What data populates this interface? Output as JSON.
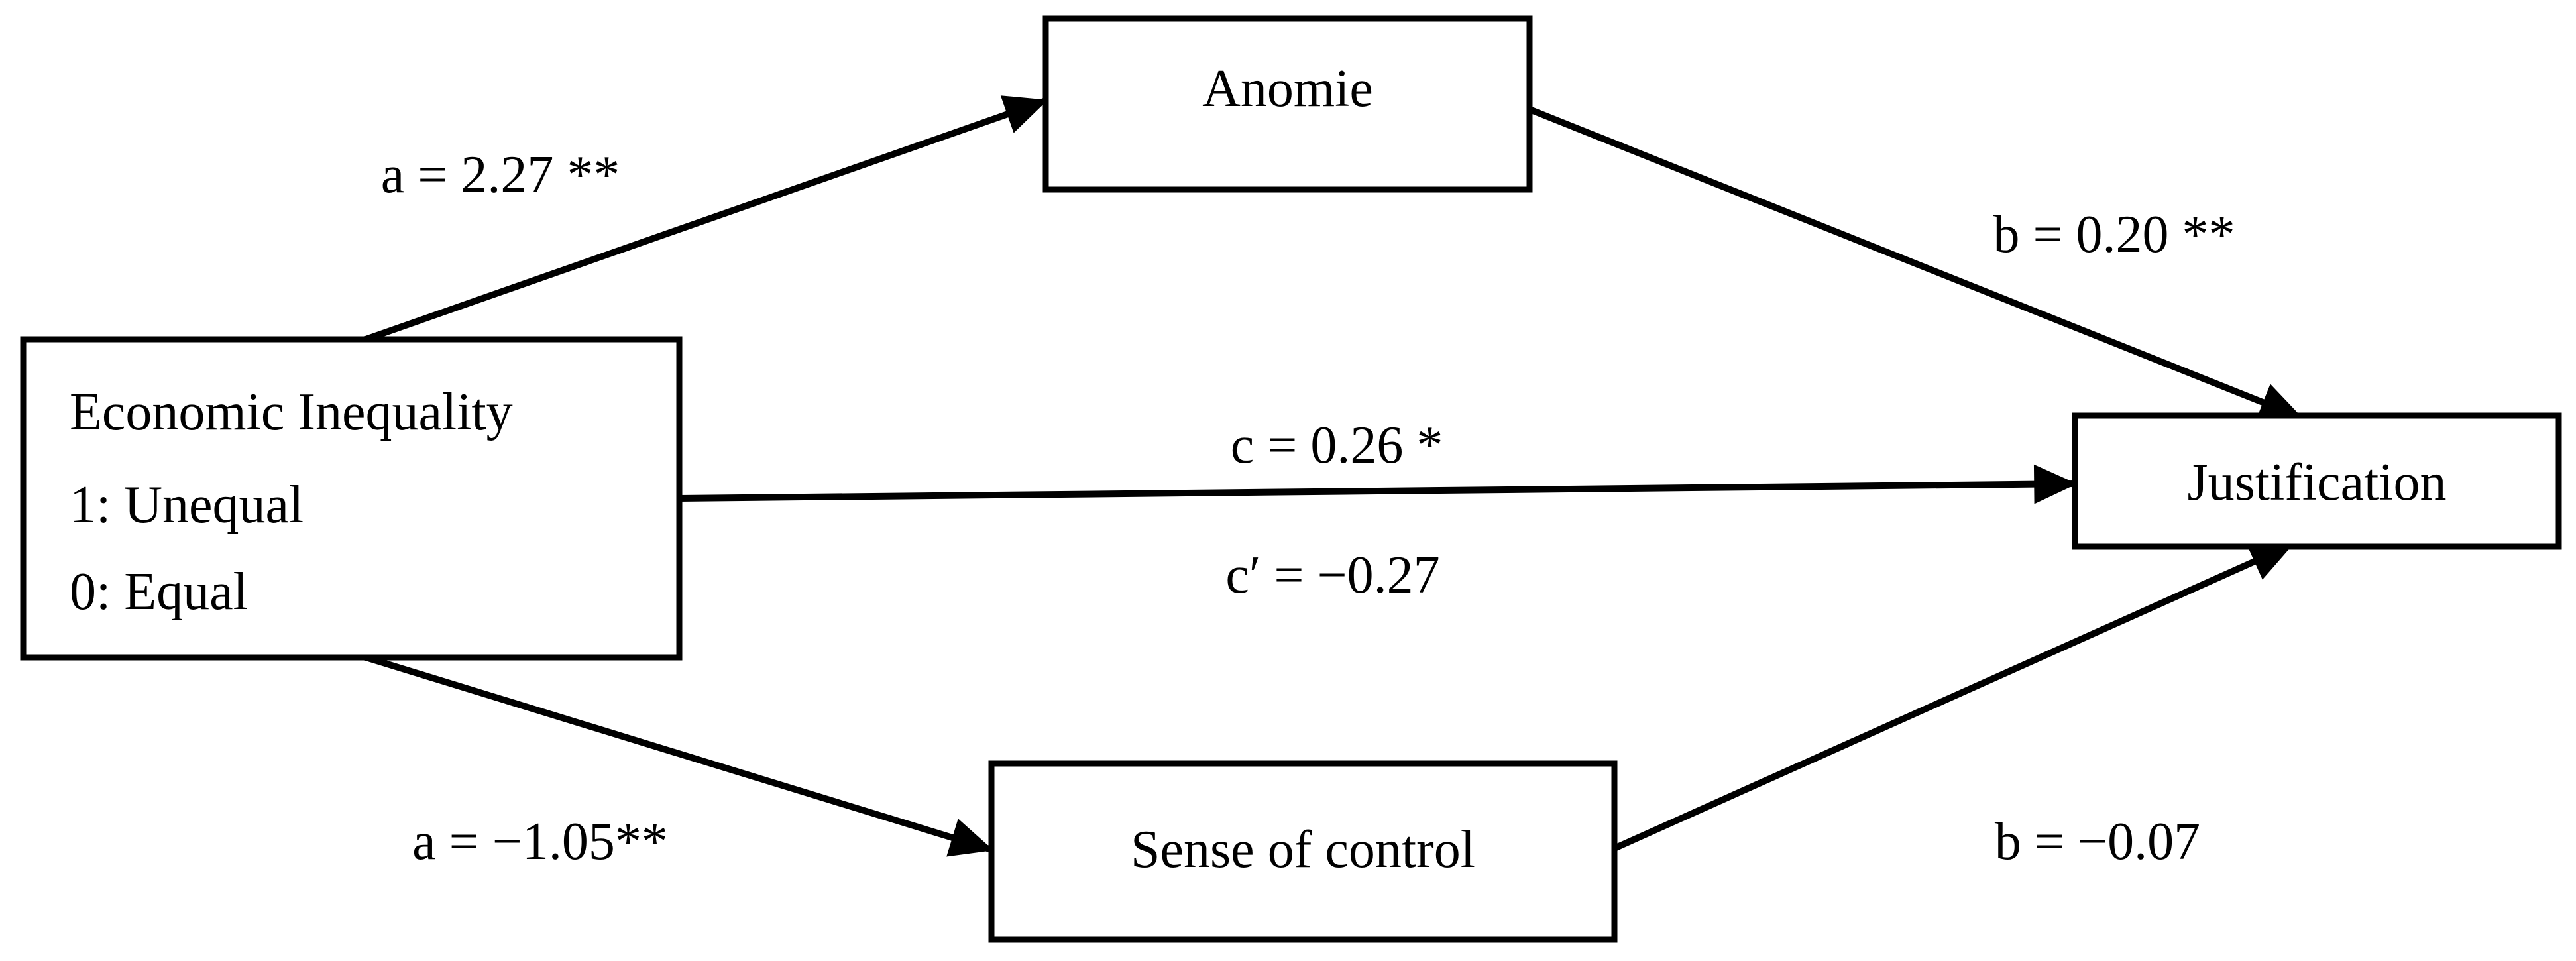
{
  "figure": {
    "title": "Mediation model diagram",
    "boxes": {
      "economic_inequality": {
        "line1": "Economic Inequality",
        "line2": "1: Unequal",
        "line3": "0: Equal"
      },
      "anomie": {
        "label": "Anomie"
      },
      "sense_of_control": {
        "label": "Sense of control"
      },
      "justification": {
        "label": "Justification"
      }
    },
    "paths": {
      "ei_to_anomie": {
        "from": "Economic Inequality",
        "to": "Anomie",
        "label": "a = 2.27 **"
      },
      "anomie_to_justification": {
        "from": "Anomie",
        "to": "Justification",
        "label": "b = 0.20 **"
      },
      "ei_to_justification_total": {
        "from": "Economic Inequality",
        "to": "Justification",
        "label": "c = 0.26 *"
      },
      "ei_to_justification_direct": {
        "from": "Economic Inequality",
        "to": "Justification",
        "label": "c′ = −0.27"
      },
      "ei_to_sense_of_control": {
        "from": "Economic Inequality",
        "to": "Sense of control",
        "label": "a = −1.05**"
      },
      "sense_of_control_to_justification": {
        "from": "Sense of control",
        "to": "Justification",
        "label": "b = −0.07"
      }
    },
    "colors": {
      "background": "#ffffff",
      "line": "#000000",
      "text": "#000000"
    }
  }
}
